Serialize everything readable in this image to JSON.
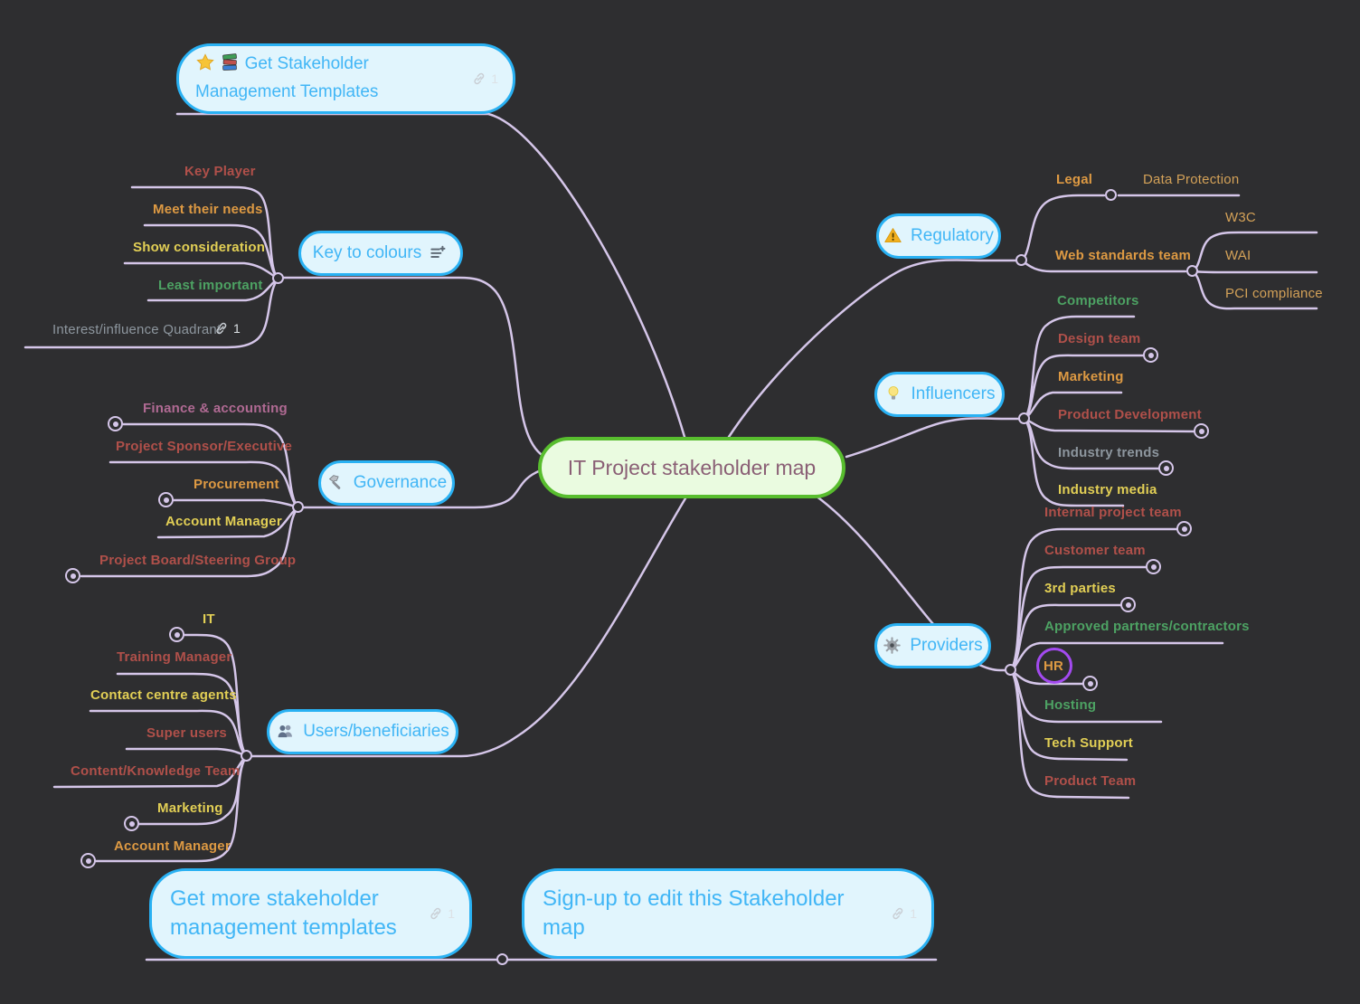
{
  "app": {
    "background": "#2e2e30",
    "branch_color": "#d5c6e9",
    "highlight_ring_color": "#a34af0",
    "palette": {
      "topic_border": "#29b1f3",
      "topic_fill": "#e1f5fd",
      "topic_text": "#41b6f6",
      "center_border": "#58bd2e",
      "center_fill": "#eafbe0",
      "center_text": "#8a5f75",
      "red": "#b0504a",
      "orange": "#de9a43",
      "yellow": "#e2cf55",
      "green": "#4da263",
      "grey": "#8d969e",
      "pink": "#b06a93",
      "tan": "#d3a158"
    }
  },
  "center": {
    "label": "IT Project stakeholder map"
  },
  "topics": {
    "templates": {
      "icons": [
        "star-icon",
        "books-icon"
      ],
      "label": "Get Stakeholder Management Templates",
      "link_count": "1"
    },
    "key_to_colours": {
      "label": "Key to colours",
      "icon": "notes-icon",
      "children": [
        {
          "label": "Key Player",
          "color": "#b0504a"
        },
        {
          "label": "Meet their needs",
          "color": "#de9a43"
        },
        {
          "label": "Show consideration",
          "color": "#e2cf55"
        },
        {
          "label": "Least important",
          "color": "#4da263"
        },
        {
          "label": "Interest/influence Quadrant",
          "color": "#8d969e",
          "link_count": "1"
        }
      ]
    },
    "governance": {
      "label": "Governance",
      "icon": "hammer-icon",
      "children": [
        {
          "label": "Finance & accounting",
          "color": "#b06a93",
          "collapsed": true
        },
        {
          "label": "Project Sponsor/Executive",
          "color": "#b0504a"
        },
        {
          "label": "Procurement",
          "color": "#de9a43",
          "collapsed": true
        },
        {
          "label": "Account Manager",
          "color": "#e2cf55"
        },
        {
          "label": "Project Board/Steering Group",
          "color": "#b0504a",
          "collapsed": true
        }
      ]
    },
    "users": {
      "label": "Users/beneficiaries",
      "icon": "people-icon",
      "children": [
        {
          "label": "IT",
          "color": "#e2cf55",
          "collapsed": true
        },
        {
          "label": "Training Manager",
          "color": "#b0504a"
        },
        {
          "label": "Contact centre agents",
          "color": "#e2cf55"
        },
        {
          "label": "Super users",
          "color": "#b0504a"
        },
        {
          "label": "Content/Knowledge Team",
          "color": "#b0504a"
        },
        {
          "label": "Marketing",
          "color": "#e2cf55",
          "collapsed": true
        },
        {
          "label": "Account Manager",
          "color": "#de9a43",
          "collapsed": true
        }
      ]
    },
    "regulatory": {
      "label": "Regulatory",
      "icon": "warning-icon",
      "children": [
        {
          "label": "Legal",
          "color": "#de9a43",
          "children": [
            {
              "label": "Data Protection",
              "color": "#d3a158"
            }
          ]
        },
        {
          "label": "Web standards team",
          "color": "#de9a43",
          "children": [
            {
              "label": "W3C",
              "color": "#d3a158"
            },
            {
              "label": "WAI",
              "color": "#d3a158"
            },
            {
              "label": "PCI compliance",
              "color": "#d3a158"
            }
          ]
        }
      ]
    },
    "influencers": {
      "label": "Influencers",
      "icon": "bulb-icon",
      "children": [
        {
          "label": "Competitors",
          "color": "#4da263"
        },
        {
          "label": "Design team",
          "color": "#b0504a",
          "collapsed": true
        },
        {
          "label": "Marketing",
          "color": "#de9a43"
        },
        {
          "label": "Product Development",
          "color": "#b0504a",
          "collapsed": true
        },
        {
          "label": "Industry trends",
          "color": "#8d969e",
          "collapsed": true
        },
        {
          "label": "Industry media",
          "color": "#e2cf55"
        }
      ]
    },
    "providers": {
      "label": "Providers",
      "icon": "gear-icon",
      "children": [
        {
          "label": "Internal project team",
          "color": "#b0504a",
          "collapsed": true
        },
        {
          "label": "Customer team",
          "color": "#b0504a",
          "collapsed": true
        },
        {
          "label": "3rd parties",
          "color": "#e2cf55",
          "collapsed": true
        },
        {
          "label": "Approved partners/contractors",
          "color": "#4da263"
        },
        {
          "label": "HR",
          "color": "#de9a43",
          "collapsed": true,
          "highlighted": true
        },
        {
          "label": "Hosting",
          "color": "#4da263"
        },
        {
          "label": "Tech Support",
          "color": "#e2cf55"
        },
        {
          "label": "Product Team",
          "color": "#b0504a"
        }
      ]
    },
    "get_more": {
      "label": "Get more stakeholder management templates",
      "link_count": "1"
    },
    "signup": {
      "label": "Sign-up to edit this Stakeholder map",
      "link_count": "1"
    }
  }
}
